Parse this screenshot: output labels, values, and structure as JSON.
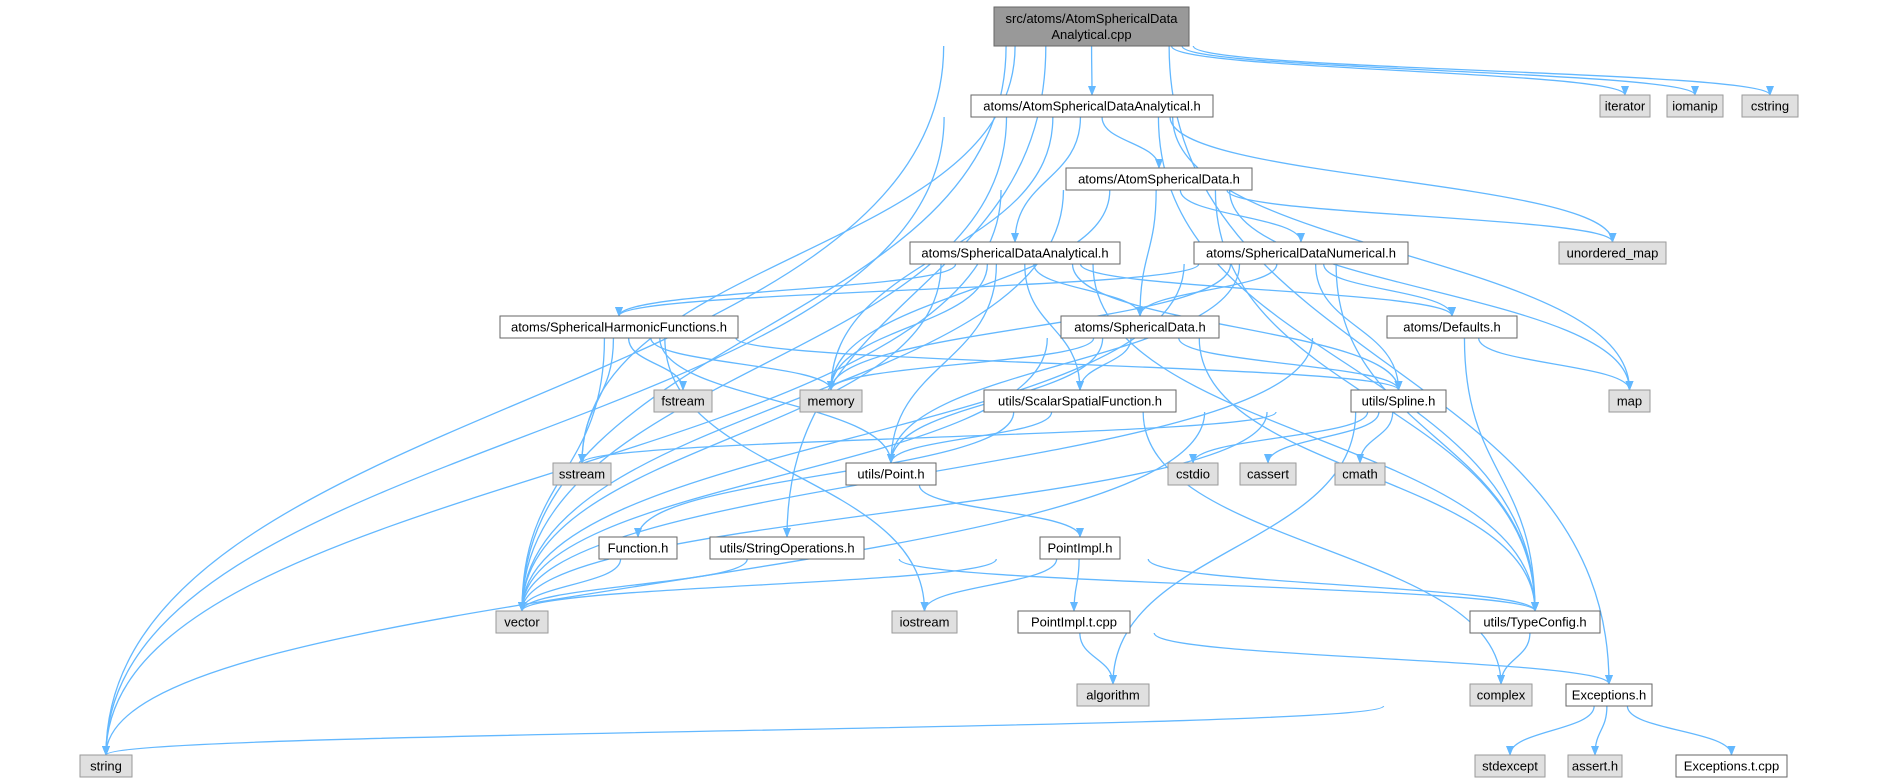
{
  "colors": {
    "edge": "#63b8ff",
    "root_fill": "#999999",
    "root_stroke": "#666666",
    "header_fill": "#ffffff",
    "header_stroke": "#666666",
    "system_fill": "#e0e0e0",
    "system_stroke": "#999999"
  },
  "graph": {
    "nodes": [
      {
        "id": "root",
        "kind": "root",
        "lines": [
          "src/atoms/AtomSphericalData",
          "Analytical.cpp"
        ]
      },
      {
        "id": "asda_h",
        "kind": "header",
        "lines": [
          "atoms/AtomSphericalDataAnalytical.h"
        ]
      },
      {
        "id": "asd_h",
        "kind": "header",
        "lines": [
          "atoms/AtomSphericalData.h"
        ]
      },
      {
        "id": "sda_h",
        "kind": "header",
        "lines": [
          "atoms/SphericalDataAnalytical.h"
        ]
      },
      {
        "id": "sdn_h",
        "kind": "header",
        "lines": [
          "atoms/SphericalDataNumerical.h"
        ]
      },
      {
        "id": "shf_h",
        "kind": "header",
        "lines": [
          "atoms/SphericalHarmonicFunctions.h"
        ]
      },
      {
        "id": "sd_h",
        "kind": "header",
        "lines": [
          "atoms/SphericalData.h"
        ]
      },
      {
        "id": "defaults_h",
        "kind": "header",
        "lines": [
          "atoms/Defaults.h"
        ]
      },
      {
        "id": "ssf_h",
        "kind": "header",
        "lines": [
          "utils/ScalarSpatialFunction.h"
        ]
      },
      {
        "id": "spline_h",
        "kind": "header",
        "lines": [
          "utils/Spline.h"
        ]
      },
      {
        "id": "point_h",
        "kind": "header",
        "lines": [
          "utils/Point.h"
        ]
      },
      {
        "id": "function_h",
        "kind": "header",
        "lines": [
          "Function.h"
        ]
      },
      {
        "id": "strops_h",
        "kind": "header",
        "lines": [
          "utils/StringOperations.h"
        ]
      },
      {
        "id": "pointimpl_h",
        "kind": "header",
        "lines": [
          "PointImpl.h"
        ]
      },
      {
        "id": "pointimpl_t",
        "kind": "header",
        "lines": [
          "PointImpl.t.cpp"
        ]
      },
      {
        "id": "typeconfig_h",
        "kind": "header",
        "lines": [
          "utils/TypeConfig.h"
        ]
      },
      {
        "id": "exceptions_h",
        "kind": "header",
        "lines": [
          "Exceptions.h"
        ]
      },
      {
        "id": "exceptions_t",
        "kind": "header",
        "lines": [
          "Exceptions.t.cpp"
        ]
      },
      {
        "id": "iterator",
        "kind": "system",
        "lines": [
          "iterator"
        ]
      },
      {
        "id": "iomanip",
        "kind": "system",
        "lines": [
          "iomanip"
        ]
      },
      {
        "id": "cstring",
        "kind": "system",
        "lines": [
          "cstring"
        ]
      },
      {
        "id": "unordered_map",
        "kind": "system",
        "lines": [
          "unordered_map"
        ]
      },
      {
        "id": "map",
        "kind": "system",
        "lines": [
          "map"
        ]
      },
      {
        "id": "memory",
        "kind": "system",
        "lines": [
          "memory"
        ]
      },
      {
        "id": "fstream",
        "kind": "system",
        "lines": [
          "fstream"
        ]
      },
      {
        "id": "sstream",
        "kind": "system",
        "lines": [
          "sstream"
        ]
      },
      {
        "id": "cstdio",
        "kind": "system",
        "lines": [
          "cstdio"
        ]
      },
      {
        "id": "cassert",
        "kind": "system",
        "lines": [
          "cassert"
        ]
      },
      {
        "id": "cmath",
        "kind": "system",
        "lines": [
          "cmath"
        ]
      },
      {
        "id": "vector",
        "kind": "system",
        "lines": [
          "vector"
        ]
      },
      {
        "id": "iostream",
        "kind": "system",
        "lines": [
          "iostream"
        ]
      },
      {
        "id": "algorithm",
        "kind": "system",
        "lines": [
          "algorithm"
        ]
      },
      {
        "id": "complex",
        "kind": "system",
        "lines": [
          "complex"
        ]
      },
      {
        "id": "string",
        "kind": "system",
        "lines": [
          "string"
        ]
      },
      {
        "id": "stdexcept",
        "kind": "system",
        "lines": [
          "stdexcept"
        ]
      },
      {
        "id": "assert_h",
        "kind": "system",
        "lines": [
          "assert.h"
        ]
      }
    ],
    "edges": [
      [
        "root",
        "asda_h"
      ],
      [
        "root",
        "iterator"
      ],
      [
        "root",
        "iomanip"
      ],
      [
        "root",
        "cstring"
      ],
      [
        "root",
        "exceptions_h"
      ],
      [
        "root",
        "string"
      ],
      [
        "root",
        "vector"
      ],
      [
        "root",
        "sstream"
      ],
      [
        "root",
        "strops_h"
      ],
      [
        "asda_h",
        "asd_h"
      ],
      [
        "asda_h",
        "sda_h"
      ],
      [
        "asda_h",
        "unordered_map"
      ],
      [
        "asda_h",
        "map"
      ],
      [
        "asda_h",
        "typeconfig_h"
      ],
      [
        "asda_h",
        "memory"
      ],
      [
        "asda_h",
        "vector"
      ],
      [
        "asda_h",
        "string"
      ],
      [
        "asd_h",
        "sd_h"
      ],
      [
        "asd_h",
        "sdn_h"
      ],
      [
        "asd_h",
        "unordered_map"
      ],
      [
        "asd_h",
        "map"
      ],
      [
        "asd_h",
        "typeconfig_h"
      ],
      [
        "asd_h",
        "memory"
      ],
      [
        "asd_h",
        "vector"
      ],
      [
        "asd_h",
        "string"
      ],
      [
        "sda_h",
        "shf_h"
      ],
      [
        "sda_h",
        "sd_h"
      ],
      [
        "sda_h",
        "defaults_h"
      ],
      [
        "sda_h",
        "ssf_h"
      ],
      [
        "sda_h",
        "spline_h"
      ],
      [
        "sda_h",
        "point_h"
      ],
      [
        "sda_h",
        "memory"
      ],
      [
        "sda_h",
        "vector"
      ],
      [
        "sda_h",
        "typeconfig_h"
      ],
      [
        "sdn_h",
        "sd_h"
      ],
      [
        "sdn_h",
        "defaults_h"
      ],
      [
        "sdn_h",
        "spline_h"
      ],
      [
        "sdn_h",
        "shf_h"
      ],
      [
        "sdn_h",
        "memory"
      ],
      [
        "sdn_h",
        "point_h"
      ],
      [
        "sdn_h",
        "typeconfig_h"
      ],
      [
        "sdn_h",
        "vector"
      ],
      [
        "shf_h",
        "memory"
      ],
      [
        "shf_h",
        "fstream"
      ],
      [
        "shf_h",
        "sstream"
      ],
      [
        "shf_h",
        "point_h"
      ],
      [
        "shf_h",
        "vector"
      ],
      [
        "shf_h",
        "iostream"
      ],
      [
        "shf_h",
        "spline_h"
      ],
      [
        "sd_h",
        "memory"
      ],
      [
        "sd_h",
        "ssf_h"
      ],
      [
        "sd_h",
        "spline_h"
      ],
      [
        "sd_h",
        "point_h"
      ],
      [
        "sd_h",
        "typeconfig_h"
      ],
      [
        "sd_h",
        "vector"
      ],
      [
        "defaults_h",
        "map"
      ],
      [
        "defaults_h",
        "typeconfig_h"
      ],
      [
        "defaults_h",
        "vector"
      ],
      [
        "ssf_h",
        "point_h"
      ],
      [
        "ssf_h",
        "function_h"
      ],
      [
        "ssf_h",
        "complex"
      ],
      [
        "spline_h",
        "sstream"
      ],
      [
        "spline_h",
        "cstdio"
      ],
      [
        "spline_h",
        "cassert"
      ],
      [
        "spline_h",
        "cmath"
      ],
      [
        "spline_h",
        "vector"
      ],
      [
        "spline_h",
        "algorithm"
      ],
      [
        "spline_h",
        "string"
      ],
      [
        "point_h",
        "pointimpl_h"
      ],
      [
        "function_h",
        "vector"
      ],
      [
        "strops_h",
        "vector"
      ],
      [
        "strops_h",
        "typeconfig_h"
      ],
      [
        "pointimpl_h",
        "vector"
      ],
      [
        "pointimpl_h",
        "iostream"
      ],
      [
        "pointimpl_h",
        "pointimpl_t"
      ],
      [
        "pointimpl_h",
        "typeconfig_h"
      ],
      [
        "pointimpl_t",
        "algorithm"
      ],
      [
        "pointimpl_t",
        "exceptions_h"
      ],
      [
        "typeconfig_h",
        "complex"
      ],
      [
        "exceptions_h",
        "string"
      ],
      [
        "exceptions_h",
        "stdexcept"
      ],
      [
        "exceptions_h",
        "assert_h"
      ],
      [
        "exceptions_h",
        "exceptions_t"
      ]
    ]
  }
}
